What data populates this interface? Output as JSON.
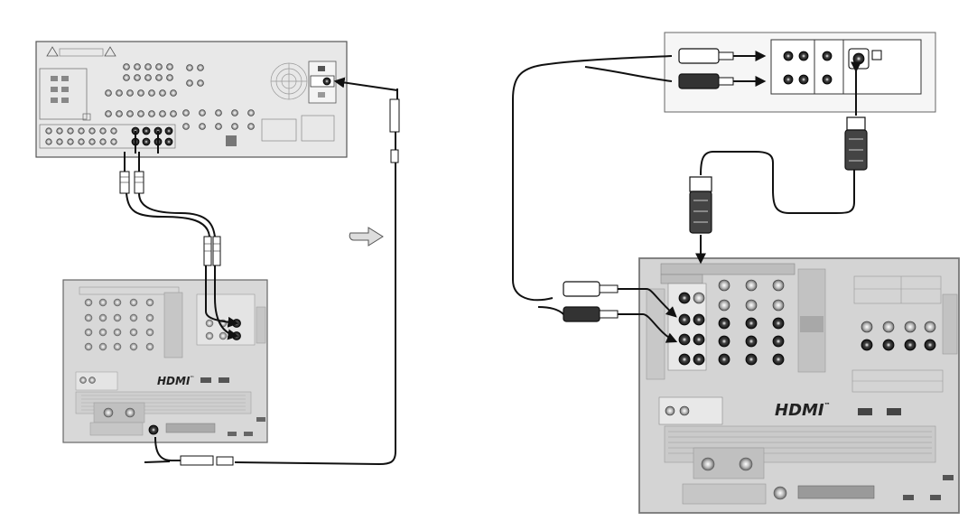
{
  "figure": {
    "type": "connection-wiring-diagram",
    "background": "#ffffff",
    "colors": {
      "panel_fill": "#e8e8e8",
      "panel_stroke": "#555555",
      "tv_panel_fill": "#d4d4d4",
      "cable": "#1a1a1a",
      "jack_dark": "#222222",
      "block_fill": "#a8a8a8"
    }
  },
  "left_tv": {
    "logo_text": "HDMI",
    "logo_trademark": "™"
  },
  "right_tv": {
    "logo_text": "HDMI",
    "logo_trademark": "™"
  },
  "icons": {
    "flow_arrow": "hand-arrow-icon",
    "warning": "warning-triangle-icon"
  }
}
